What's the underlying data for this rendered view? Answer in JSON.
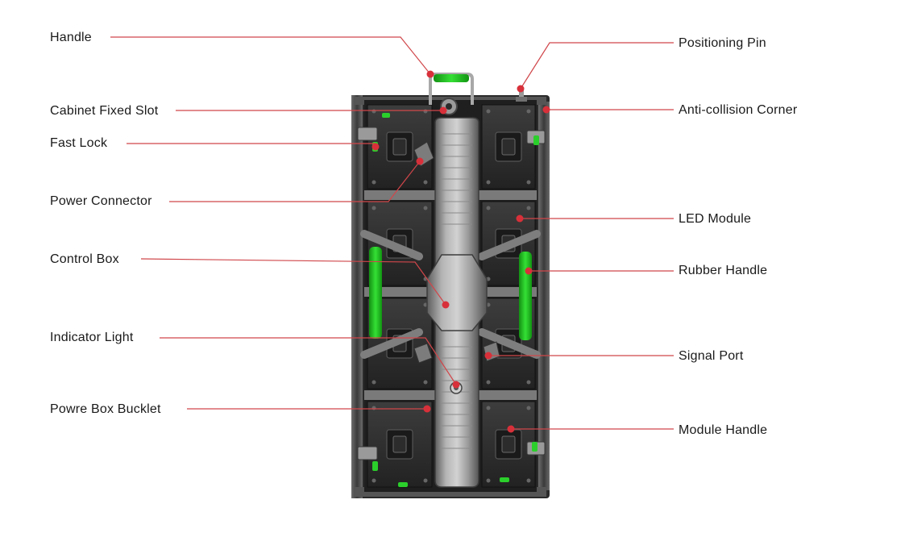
{
  "diagram": {
    "left_labels": [
      {
        "id": "handle",
        "text": "Handle"
      },
      {
        "id": "cabinet-fixed-slot",
        "text": "Cabinet Fixed Slot"
      },
      {
        "id": "fast-lock",
        "text": "Fast Lock"
      },
      {
        "id": "power-connector",
        "text": "Power Connector"
      },
      {
        "id": "control-box",
        "text": "Control Box"
      },
      {
        "id": "indicator-light",
        "text": "Indicator Light"
      },
      {
        "id": "power-box-bucklet",
        "text": "Powre Box Bucklet"
      }
    ],
    "right_labels": [
      {
        "id": "positioning-pin",
        "text": "Positioning Pin"
      },
      {
        "id": "anti-collision-corner",
        "text": "Anti-collision Corner"
      },
      {
        "id": "led-module",
        "text": "LED Module"
      },
      {
        "id": "rubber-handle",
        "text": "Rubber Handle"
      },
      {
        "id": "signal-port",
        "text": "Signal Port"
      },
      {
        "id": "module-handle",
        "text": "Module Handle"
      }
    ],
    "colors": {
      "leader": "#d0464a",
      "dot": "#d8303a",
      "accent_green": "#22c322",
      "frame_dark": "#2a2a2a",
      "frame_mid": "#4a4a4a",
      "metal": "#8c8c8c"
    }
  }
}
